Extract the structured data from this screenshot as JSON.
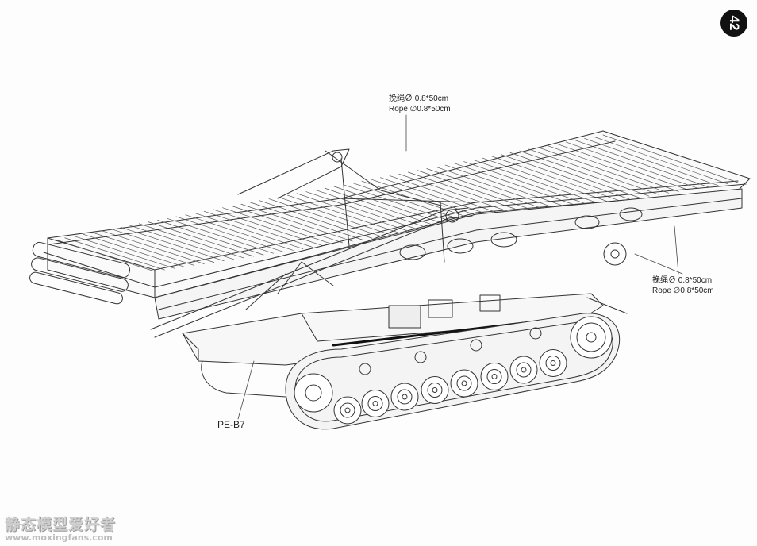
{
  "page": {
    "step_number": "42"
  },
  "callouts": {
    "rope_top": {
      "line_cn": "挽绳∅ 0.8*50cm",
      "line_en": "Rope ∅0.8*50cm"
    },
    "rope_right": {
      "line_cn": "挽绳∅ 0.8*50cm",
      "line_en": "Rope ∅0.8*50cm"
    }
  },
  "parts": {
    "pe_label": "PE-B7"
  },
  "watermark": {
    "title": "静态模型爱好者",
    "url": "www.moxingfans.com"
  },
  "colors": {
    "line": "#333333",
    "badge": "#111111",
    "watermark": "#cfcfcf"
  }
}
